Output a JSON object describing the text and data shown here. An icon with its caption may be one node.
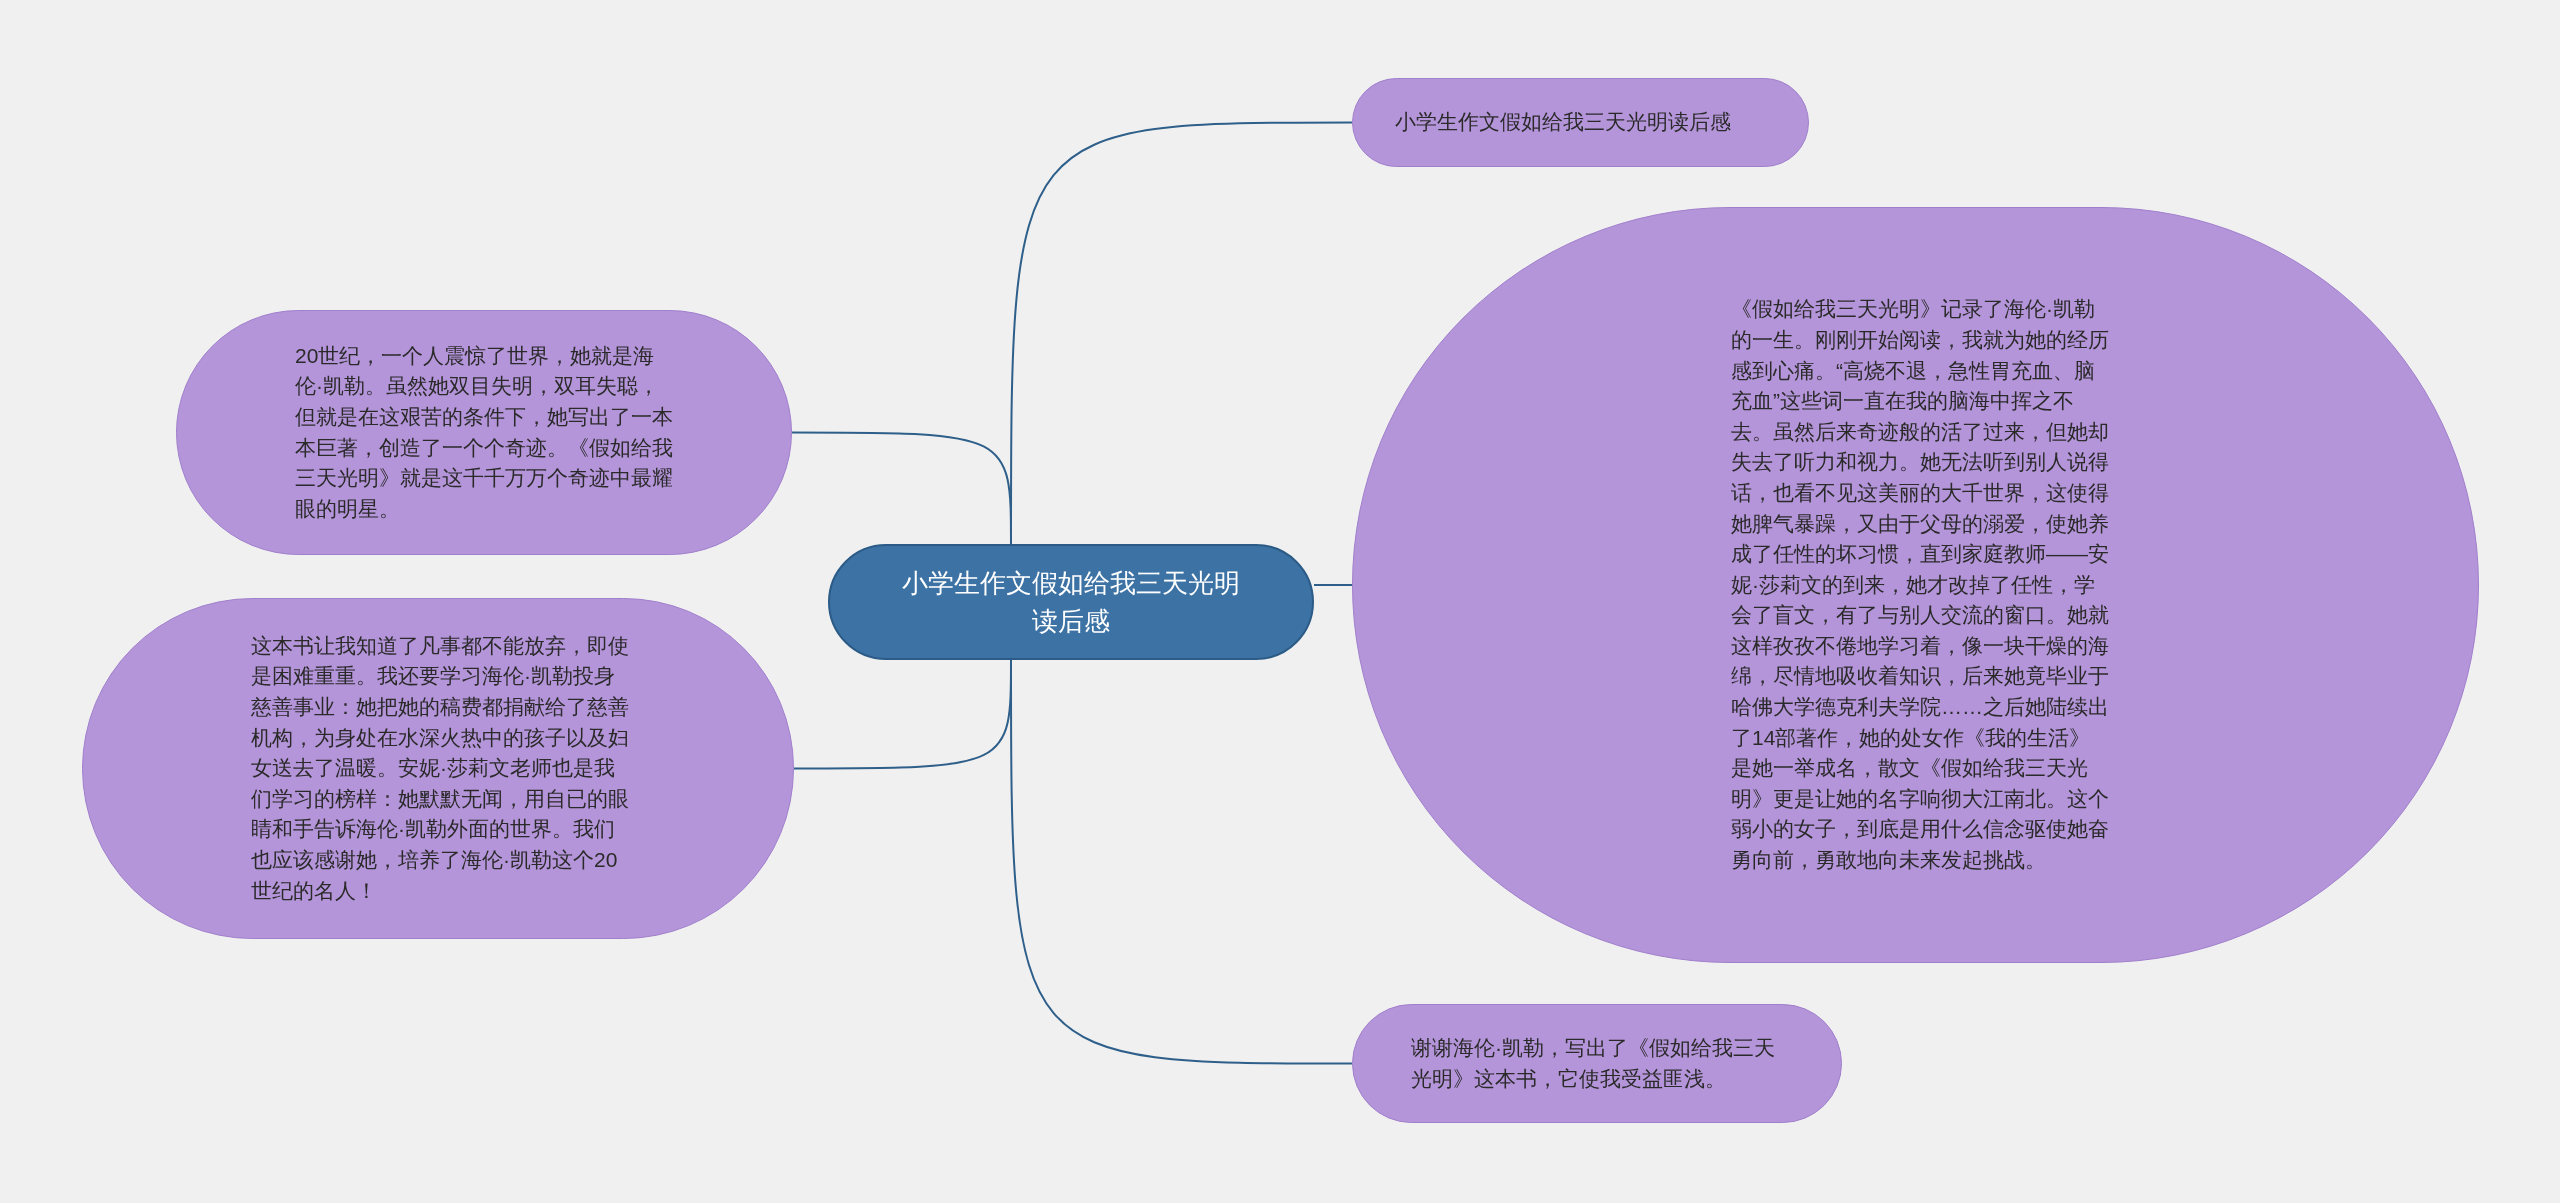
{
  "diagram": {
    "nodes": [
      {
        "text": [
          "小学生作文假如给我三天光明读后感"
        ]
      },
      {
        "text": [
          "小学生作文假如给我三天光明读后感"
        ]
      },
      {
        "text": [
          "《假如给我三天光明》记录了海伦·凯勒的一生。刚刚开始阅读，我就为她的经历感到心痛。“高烧不退，急性胃充血、脑充血”这些词一直在我的脑海中挥之不去。虽然后来奇迹般的活了过来，但她却失去了听力和视力。她无法听到别人说得话，也看不见这美丽的大千世界，这使得她脾气暴躁，又由于父母的溺爱，使她养成了任性的坏习惯，直到家庭教师——安妮·莎莉文的到来，她才改掉了任性，学会了盲文，有了与别人交流的窗口。她就这样孜孜不倦地学习着，像一块干燥的海绵，尽情地吸收着知识，后来她竟毕业于哈佛大学德克利夫学院……之后她陆续出了14部著作，她的处女作《我的生活》是她一举成名，散文《假如给我三天光明》更是让她的名字响彻大江南北。这个弱小的女子，到底是用什么信念驱使她奋勇向前，勇敢地向未来发起挑战。"
        ]
      },
      {
        "text": [
          "谢谢海伦·凯勒，写出了《假如给我三天光明》这本书，它使我受益匪浅。"
        ]
      },
      {
        "text": [
          "20世纪，一个人震惊了世界，她就是海伦·凯勒。虽然她双目失明，双耳失聪，但就是在这艰苦的条件下，她写出了一本本巨著，创造了一个个奇迹。《假如给我三天光明》就是这千千万万个奇迹中最耀眼的明星。"
        ]
      },
      {
        "text": [
          "这本书让我知道了凡事都不能放弃，即使是困难重重。我还要学习海伦·凯勒投身慈善事业：她把她的稿费都捐献给了慈善机构，为身处在水深火热中的孩子以及妇女送去了温暖。安妮·莎莉文老师也是我们学习的榜样：她默默无闻，用自已的眼睛和手告诉海伦·凯勒外面的世界。我们也应该感谢她，培养了海伦·凯勒这个20世纪的名人！"
        ]
      }
    ],
    "edges": [
      {
        "from": 0,
        "to": 1,
        "arrow": "none"
      },
      {
        "from": 0,
        "to": 2,
        "arrow": "none"
      },
      {
        "from": 0,
        "to": 3,
        "arrow": "none"
      },
      {
        "from": 0,
        "to": 4,
        "arrow": "none"
      },
      {
        "from": 0,
        "to": 5,
        "arrow": "none"
      }
    ]
  }
}
